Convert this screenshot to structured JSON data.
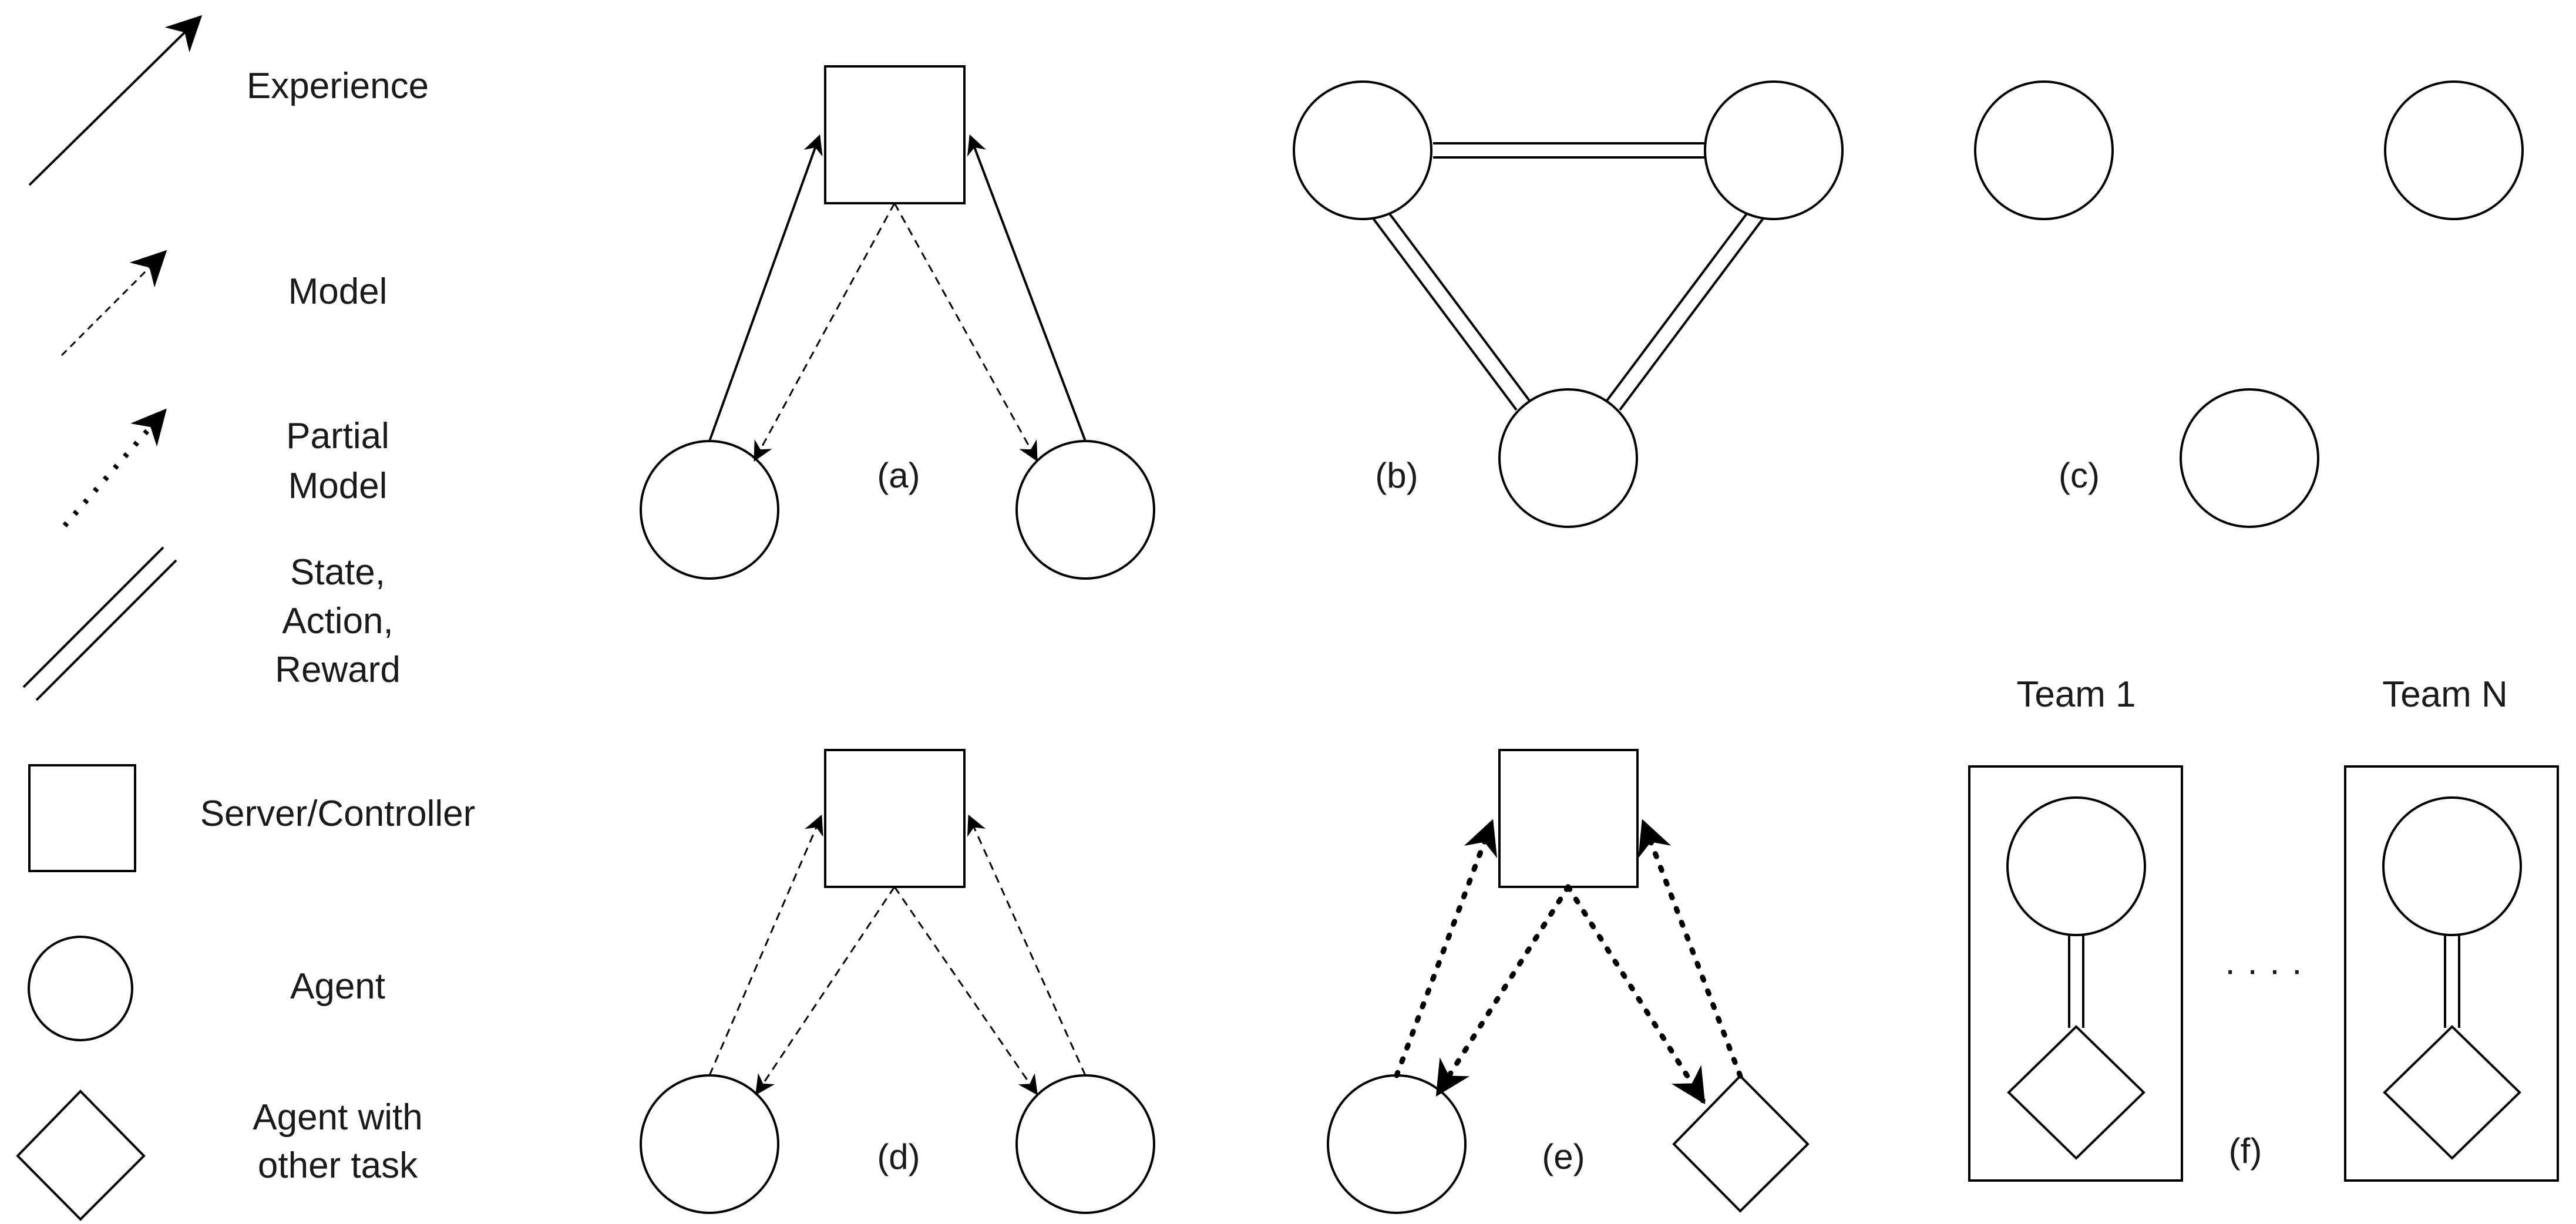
{
  "legend": {
    "experience": "Experience",
    "model": "Model",
    "partial_model_1": "Partial",
    "partial_model_2": "Model",
    "state_1": "State,",
    "state_2": "Action,",
    "state_3": "Reward",
    "server": "Server/Controller",
    "agent": "Agent",
    "agent_other_1": "Agent with",
    "agent_other_2": "other task"
  },
  "captions": {
    "a": "(a)",
    "b": "(b)",
    "c": "(c)",
    "d": "(d)",
    "e": "(e)",
    "f": "(f)"
  },
  "teams": {
    "first": "Team 1",
    "last": "Team N",
    "ellipsis": "· · · ·"
  }
}
